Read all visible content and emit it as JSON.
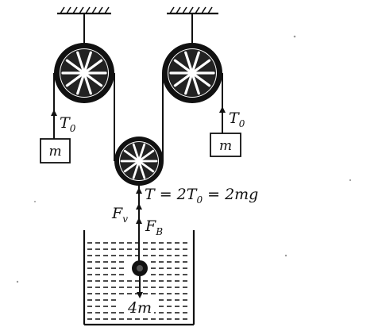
{
  "labels": {
    "left_tension": "T",
    "left_tension_sub": "0",
    "right_tension": "T",
    "right_tension_sub": "0",
    "left_mass": "m",
    "right_mass": "m",
    "tension_eq_part1": "T = 2T",
    "tension_eq_sub": "0",
    "tension_eq_part2": " = 2mg",
    "fv_main": "F",
    "fv_sub": "v",
    "fb_main": "F",
    "fb_sub": "B",
    "bottom_mass": "4m"
  }
}
